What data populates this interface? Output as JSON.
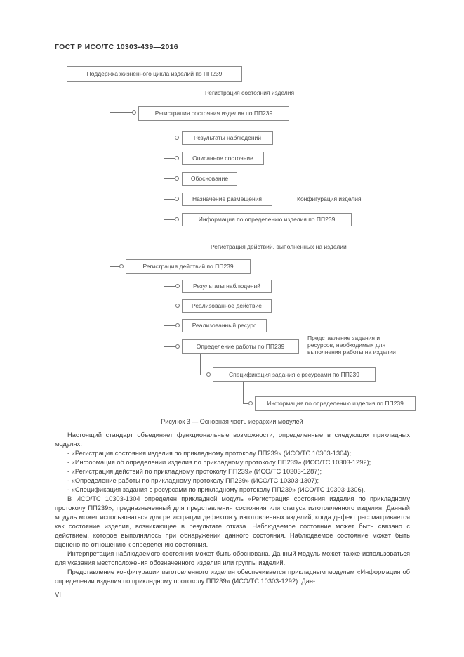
{
  "header": {
    "title": "ГОСТ Р ИСО/ТС 10303-439—2016"
  },
  "diagram": {
    "root_box": "Поддержка жизненного цикла изделий по ПП239",
    "branch1": {
      "section_label": "Регистрация состояния изделия",
      "box": "Регистрация состояния изделия по ПП239",
      "children": [
        "Результаты наблюдений",
        "Описанное состояние",
        "Обоснование",
        "Назначение размещения",
        "Информация по определению изделия по ПП239"
      ],
      "side_label": "Конфигурация изделия"
    },
    "branch2": {
      "section_label": "Регистрация действий, выполненных на изделии",
      "box": "Регистрация действий по ПП239",
      "children": [
        "Результаты наблюдений",
        "Реализованное действие",
        "Реализованный ресурс",
        "Определение работы по ПП239"
      ],
      "side_label": "Представление задания и\nресурсов, необходимых для\nвыполнения работы на изделии",
      "sub_box1": "Спецификация задания с ресурсами по ПП239",
      "sub_box2": "Информация по определению изделия по ПП239"
    },
    "caption": "Рисунок 3 — Основная часть иерархии модулей"
  },
  "body": {
    "p1": "Настоящий стандарт объединяет функциональные возможности, определенные в следующих прикладных модулях:",
    "items": [
      "- «Регистрация состояния изделия по прикладному протоколу ПП239» (ИСО/ТС 10303-1304);",
      "- «Информация об определении изделия по прикладному протоколу ПП239» (ИСО/ТС 10303-1292);",
      "- «Регистрация действий по прикладному протоколу ПП239» (ИСО/ТС 10303-1287);",
      "- «Определение работы по прикладному протоколу ПП239» (ИСО/ТС 10303-1307);",
      "- «Спецификация задания с ресурсами по прикладному протоколу ПП239» (ИСО/ТС 10303-1306)."
    ],
    "p2": "В ИСО/ТС 10303-1304 определен прикладной модуль «Регистрация состояния изделия по прикладному протоколу ПП239», предназначенный для представления состояния или статуса изготовленного изделия. Данный модуль может использоваться для регистрации дефектов у изготовленных изделий, когда дефект рассматривается как состояние изделия, возникающее в результате отказа. Наблюдаемое состояние может быть связано с действием, которое выполнялось при обнаружении данного состояния.  Наблюдаемое состояние может быть оценено по отношению к  определению состояния.",
    "p3": "Интерпретация наблюдаемого состояния может быть обоснована. Данный модуль может также использоваться для указания местоположения обозначенного изделия или группы изделий.",
    "p4": "Представление конфигурации изготовленного изделия обеспечивается прикладным модулем «Информация об определении изделия по прикладному протоколу ПП239» (ИСО/ТС 10303-1292). Дан-"
  },
  "footer": {
    "page_number": "VI"
  },
  "colors": {
    "line": "#757575",
    "box_border": "#8a8a8a",
    "text": "#3d3d3d"
  }
}
